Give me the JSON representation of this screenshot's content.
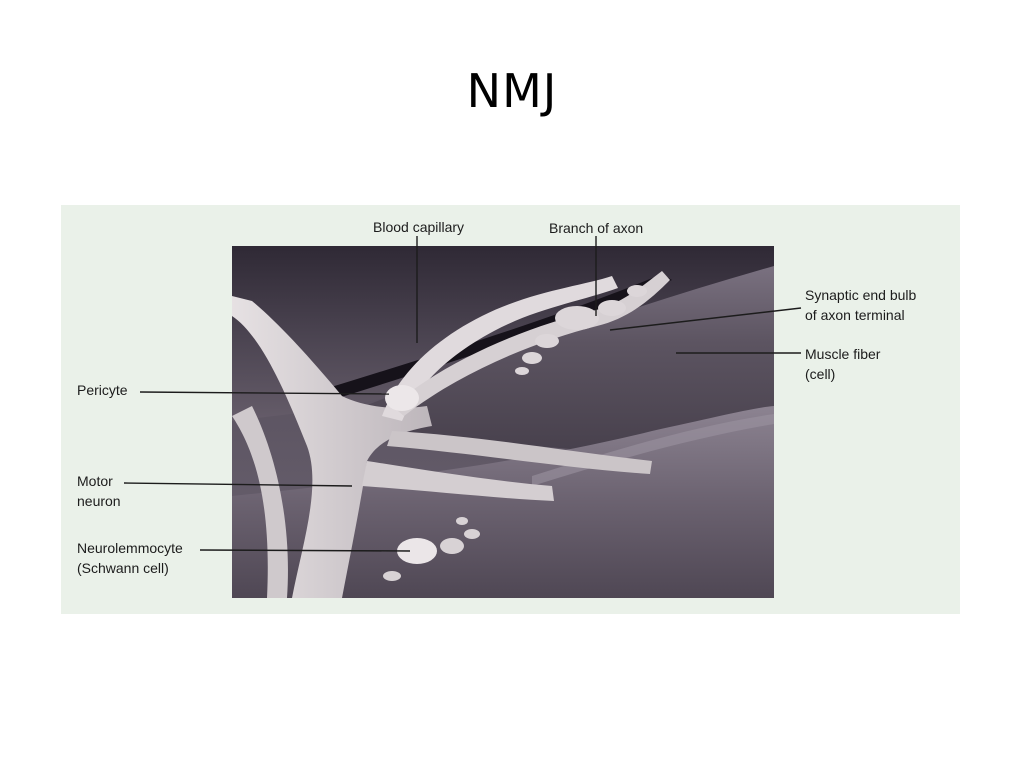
{
  "title": "NMJ",
  "labels": {
    "blood_capillary": "Blood capillary",
    "branch_of_axon": "Branch of axon",
    "synaptic_end_bulb": "Synaptic end bulb\nof axon terminal",
    "muscle_fiber": "Muscle fiber\n(cell)",
    "pericyte": "Pericyte",
    "motor_neuron": "Motor\nneuron",
    "neurolemmocyte": "Neurolemmocyte\n(Schwann cell)"
  },
  "colors": {
    "panel_background": "#eaf1e9",
    "muscle_dark": "#3e3744",
    "muscle_mid": "#6e6673",
    "nerve_light": "#d9d3d6"
  }
}
